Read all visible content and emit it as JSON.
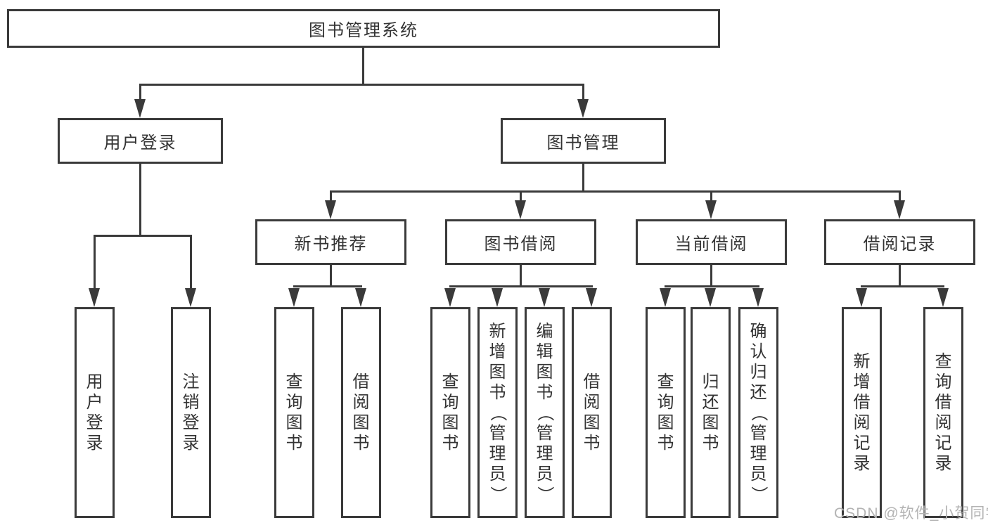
{
  "colors": {
    "line": "#3a3a3a",
    "text": "#333333",
    "background": "#ffffff",
    "watermark": "#b3b3b3"
  },
  "watermark": "CSDN @软件_小贺同学",
  "diagram": {
    "root": "图书管理系统",
    "branches": [
      {
        "label": "用户登录",
        "children": [
          "用户登录",
          "注销登录"
        ]
      },
      {
        "label": "图书管理",
        "sections": [
          {
            "label": "新书推荐",
            "children": [
              "查询图书",
              "借阅图书"
            ]
          },
          {
            "label": "图书借阅",
            "children": [
              "查询图书",
              "新增图书（管理员）",
              "编辑图书（管理员）",
              "借阅图书"
            ]
          },
          {
            "label": "当前借阅",
            "children": [
              "查询图书",
              "归还图书",
              "确认归还（管理员）"
            ]
          },
          {
            "label": "借阅记录",
            "children": [
              "新增借阅记录",
              "查询借阅记录"
            ]
          }
        ]
      }
    ]
  }
}
